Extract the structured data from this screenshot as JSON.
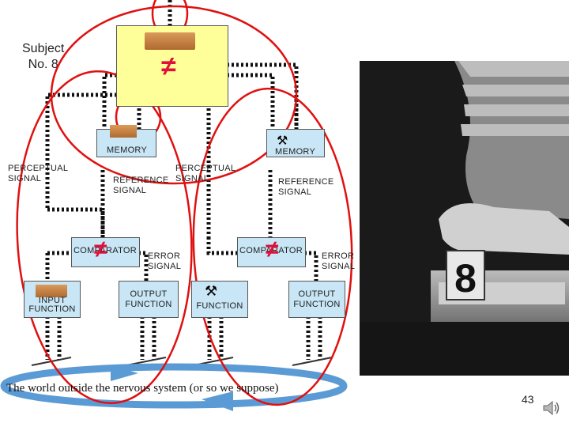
{
  "subject": {
    "line1": "Subject",
    "line2": "No. 8"
  },
  "symbols": {
    "not_equal": "≠"
  },
  "left_loop": {
    "memory": "MEMORY",
    "perceptual_signal": [
      "PERCEPTUAL",
      "SIGNAL"
    ],
    "reference_signal": [
      "REFERENCE",
      "SIGNAL"
    ],
    "comparator": "COMPARATOR",
    "error_signal": [
      "ERROR",
      "SIGNAL"
    ],
    "input_function": [
      "INPUT",
      "FUNCTION"
    ],
    "output_function": [
      "OUTPUT",
      "FUNCTION"
    ]
  },
  "right_loop": {
    "memory": "MEMORY",
    "perceptual_signal": [
      "PERCEPTUAL",
      "SIGNAL"
    ],
    "reference_signal": [
      "REFERENCE",
      "SIGNAL"
    ],
    "comparator": "COMPARATOR",
    "error_signal": [
      "ERROR",
      "SIGNAL"
    ],
    "input_function": "FUNCTION",
    "output_function": [
      "OUTPUT",
      "FUNCTION"
    ]
  },
  "environment": "The world outside the nervous system (or so we suppose)",
  "photo": {
    "card_digit": "8"
  },
  "page_number": "43",
  "icons": [
    "wood-block-icon",
    "hammer-icon",
    "speaker-icon"
  ],
  "colors": {
    "box_fill": "#ffff99",
    "panel_fill": "#c8e6f5",
    "accent_red": "#e0103a",
    "arrow_blue": "#5b9bd5"
  }
}
